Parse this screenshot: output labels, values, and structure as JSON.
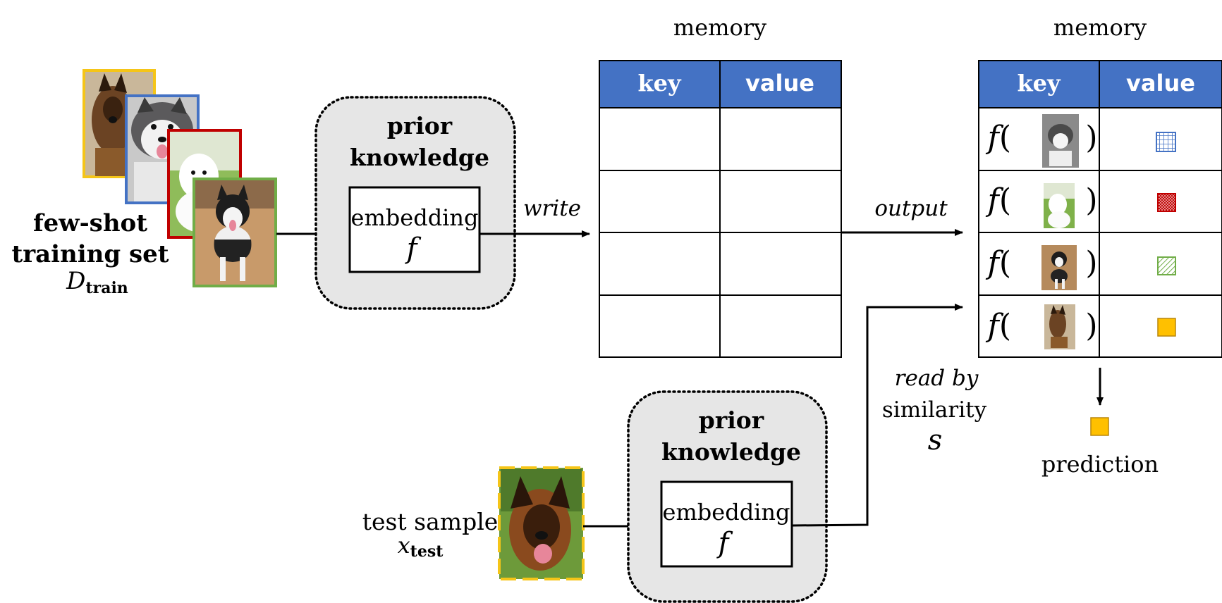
{
  "training": {
    "label_line1": "few-shot",
    "label_line2": "training set",
    "set_symbol": "D",
    "set_subscript": "train",
    "photo_frame_colors": [
      "#f5c518",
      "#4472c4",
      "#c00000",
      "#70ad47"
    ]
  },
  "prior_top": {
    "title_line1": "prior",
    "title_line2": "knowledge",
    "embedding_label": "embedding",
    "embedding_symbol": "f"
  },
  "prior_bottom": {
    "title_line1": "prior",
    "title_line2": "knowledge",
    "embedding_label": "embedding",
    "embedding_symbol": "f"
  },
  "arrows": {
    "write": "write",
    "output": "output",
    "read_by": "read by",
    "similarity": "similarity",
    "similarity_symbol": "s"
  },
  "memory_empty": {
    "title": "memory",
    "key_header": "key",
    "value_header": "value",
    "header_color": "#4472c4",
    "rows": 4
  },
  "memory_filled": {
    "title": "memory",
    "key_header": "key",
    "value_header": "value",
    "header_color": "#4472c4",
    "rows": [
      {
        "key_fn": "f",
        "value_marker": "blue-grid",
        "color": "#4472c4"
      },
      {
        "key_fn": "f",
        "value_marker": "red-crosshatch",
        "color": "#c00000"
      },
      {
        "key_fn": "f",
        "value_marker": "green-hatch",
        "color": "#70ad47"
      },
      {
        "key_fn": "f",
        "value_marker": "yellow-solid",
        "color": "#ffc000"
      }
    ]
  },
  "test": {
    "label": "test sample",
    "symbol": "x",
    "subscript": "test",
    "frame_color": "#f5c518"
  },
  "prediction": {
    "label": "prediction",
    "marker": "yellow-solid",
    "color": "#ffc000"
  }
}
